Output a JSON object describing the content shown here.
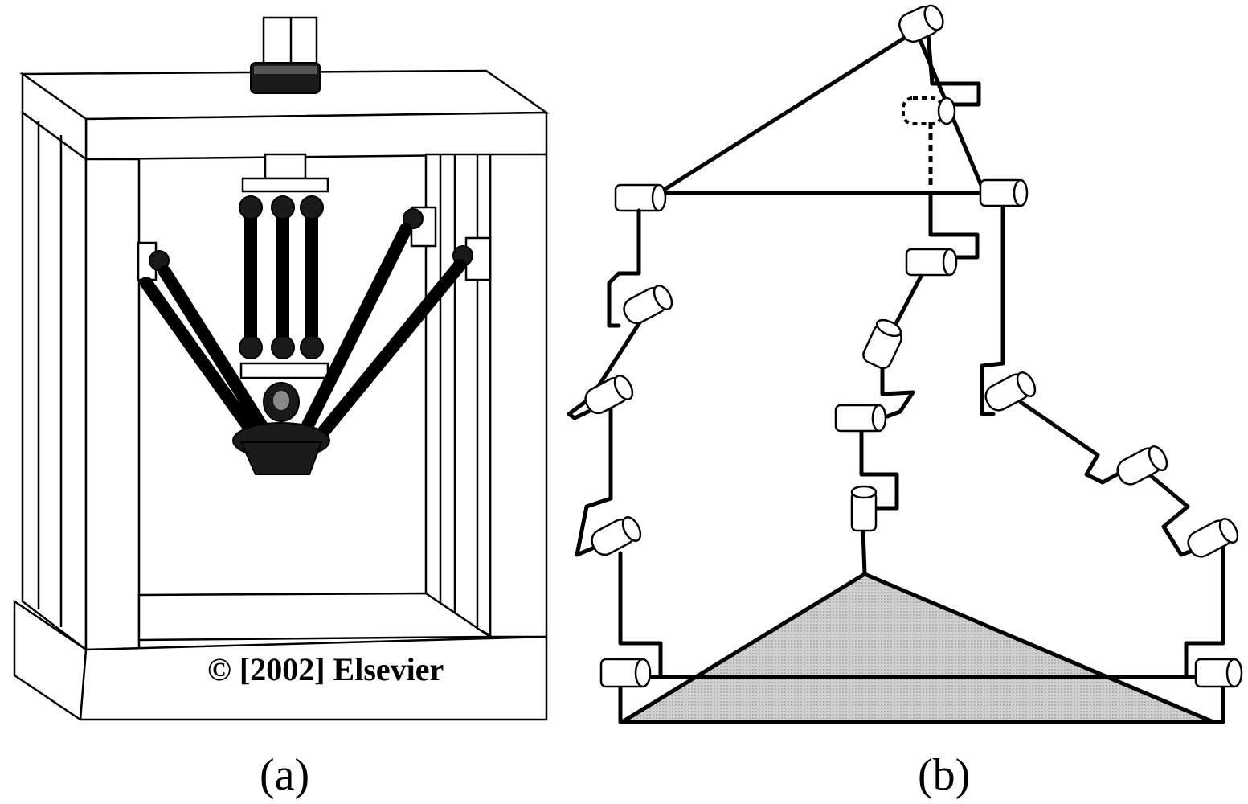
{
  "figure": {
    "panel_a": {
      "caption": "(a)",
      "copyright": "© [2002] Elsevier"
    },
    "panel_b": {
      "caption": "(b)"
    },
    "colors": {
      "line": "#000000",
      "background": "#ffffff",
      "platform_fill": "#c8c8c8"
    }
  }
}
